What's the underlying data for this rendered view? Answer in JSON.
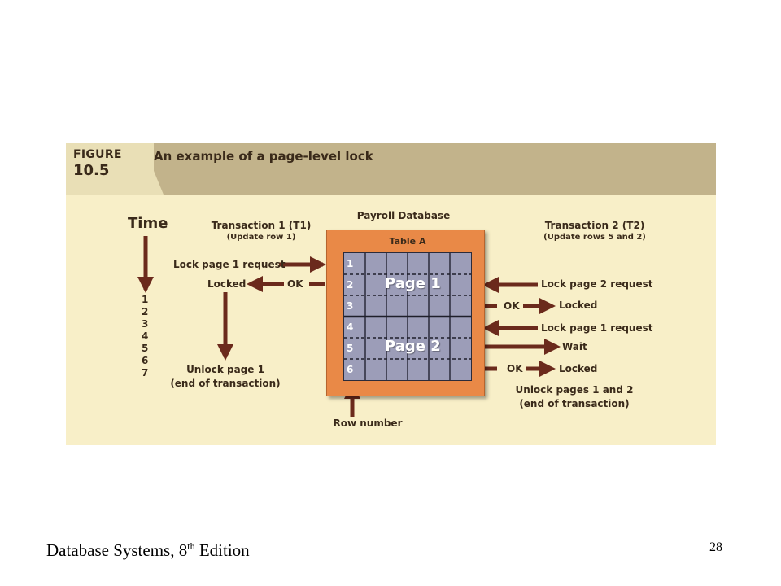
{
  "figure": {
    "label_word": "FIGURE",
    "label_number": "10.5",
    "title": "An example of a page-level lock"
  },
  "time": {
    "label": "Time",
    "ticks": [
      "1",
      "2",
      "3",
      "4",
      "5",
      "6",
      "7"
    ]
  },
  "transaction1": {
    "title": "Transaction 1 (T1)",
    "subtitle": "(Update row 1)",
    "lock_request": "Lock page 1 request",
    "locked": "Locked",
    "ok": "OK",
    "unlock_line1": "Unlock page 1",
    "unlock_line2": "(end of transaction)"
  },
  "transaction2": {
    "title": "Transaction 2 (T2)",
    "subtitle": "(Update rows 5 and 2)",
    "lock_page2_request": "Lock page 2 request",
    "ok1": "OK",
    "locked1": "Locked",
    "lock_page1_request": "Lock page 1 request",
    "wait": "Wait",
    "ok2": "OK",
    "locked2": "Locked",
    "unlock_line1": "Unlock pages 1 and 2",
    "unlock_line2": "(end of transaction)"
  },
  "database": {
    "title": "Payroll Database",
    "table_label": "Table A",
    "rows": [
      "1",
      "2",
      "3",
      "4",
      "5",
      "6"
    ],
    "page1_label": "Page 1",
    "page2_label": "Page 2",
    "row_number_label": "Row number"
  },
  "colors": {
    "arrow": "#6b2a1c",
    "table_orange": "#e98947",
    "grid": "#9c9db8",
    "background": "#f8efc8",
    "header": "#c2b38b"
  },
  "footer": {
    "book_title": "Database Systems, 8",
    "edition_sup": "th",
    "edition_word": " Edition",
    "slide_number": "28"
  }
}
